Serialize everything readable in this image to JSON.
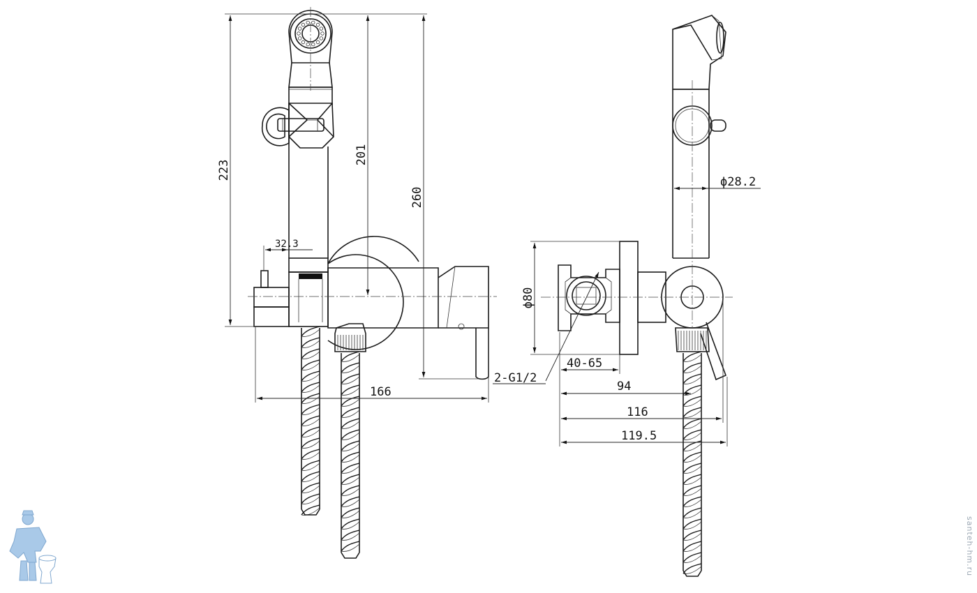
{
  "dimensions": {
    "height_223": "223",
    "height_201": "201",
    "height_260": "260",
    "offset_32_3": "32.3",
    "width_166": "166",
    "diameter_80": "ϕ80",
    "diameter_28_2": "ϕ28.2",
    "range_40_65": "40-65",
    "depth_94": "94",
    "depth_116": "116",
    "depth_119_5": "119.5",
    "thread": "2-G1/2"
  },
  "watermark": "santeh-hm.ru",
  "logo": {
    "name": "plumber-mascot-logo"
  },
  "colors": {
    "line": "#1a1a1a",
    "logo": "#a9c9e8"
  }
}
